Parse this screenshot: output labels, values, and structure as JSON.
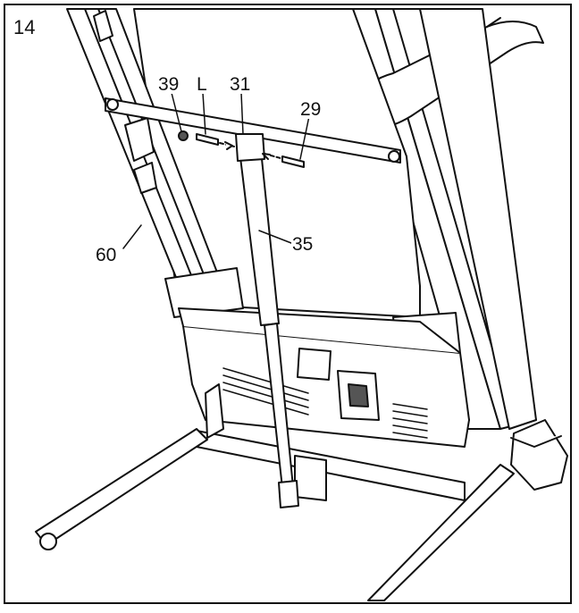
{
  "step_number": "14",
  "callouts": {
    "c39": "39",
    "cL": "L",
    "c31": "31",
    "c29": "29",
    "c35": "35",
    "c60": "60"
  },
  "colors": {
    "line": "#111111",
    "fill": "#ffffff",
    "shade": "#555555"
  }
}
